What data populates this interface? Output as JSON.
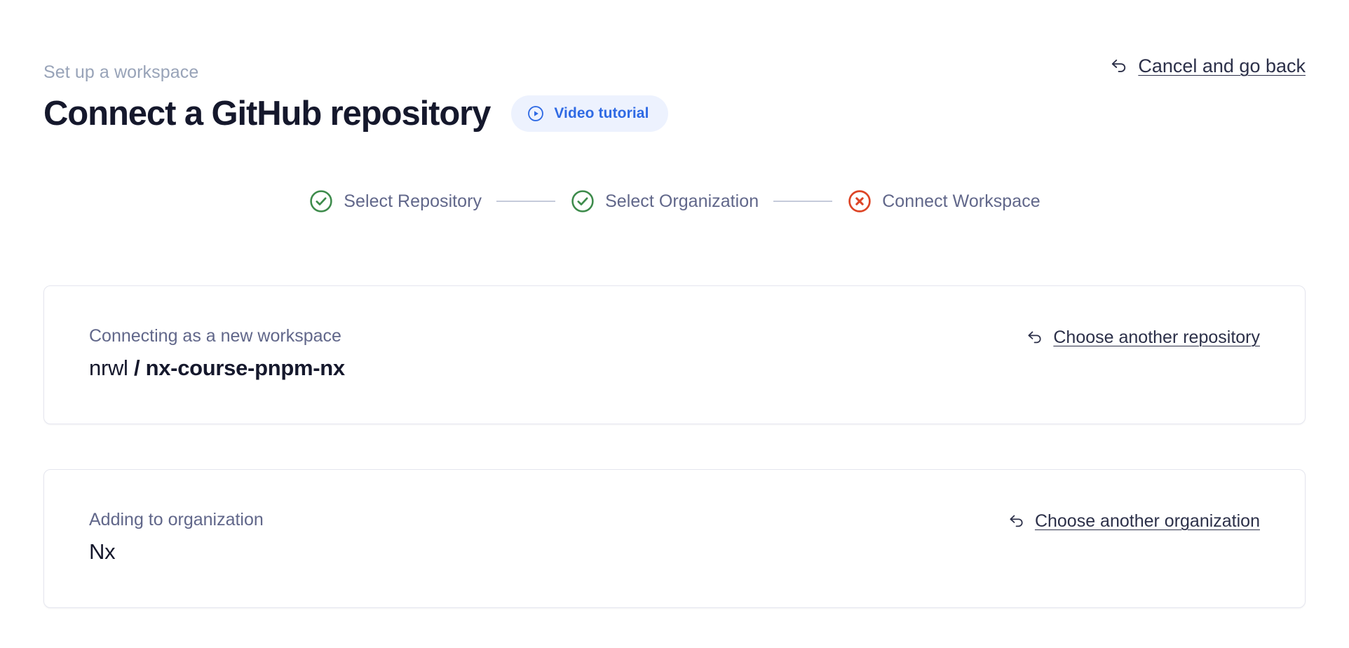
{
  "header": {
    "eyebrow": "Set up a workspace",
    "title": "Connect a GitHub repository",
    "video_badge": {
      "label": "Video tutorial",
      "icon": "play-circle-icon",
      "bg_color": "#edf2fe",
      "text_color": "#2f6ae4"
    },
    "cancel_link": {
      "label": "Cancel and go back",
      "icon": "arrow-back-icon"
    }
  },
  "stepper": {
    "steps": [
      {
        "label": "Select Repository",
        "state": "complete",
        "icon": "check-circle-icon",
        "color": "#3d8b4b"
      },
      {
        "label": "Select Organization",
        "state": "complete",
        "icon": "check-circle-icon",
        "color": "#3d8b4b"
      },
      {
        "label": "Connect Workspace",
        "state": "error",
        "icon": "x-circle-icon",
        "color": "#dd4425"
      }
    ],
    "connector_color": "#c5cbda",
    "label_color": "#61678a"
  },
  "cards": [
    {
      "caption": "Connecting as a new workspace",
      "value_owner": "nrwl",
      "value_separator": " / ",
      "value_repo": "nx-course-pnpm-nx",
      "link": {
        "label": "Choose another repository",
        "icon": "arrow-back-icon"
      }
    },
    {
      "caption": "Adding to organization",
      "value": "Nx",
      "link": {
        "label": "Choose another organization",
        "icon": "arrow-back-icon"
      }
    }
  ]
}
